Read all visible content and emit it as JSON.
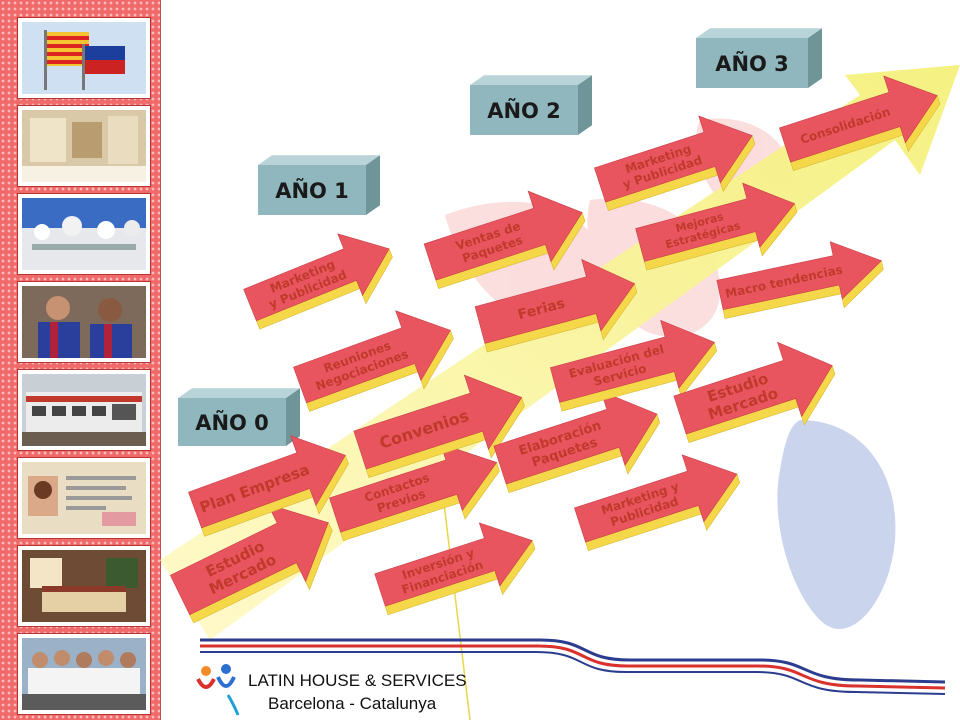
{
  "years": [
    {
      "id": "y0",
      "label": "AÑO 0"
    },
    {
      "id": "y1",
      "label": "AÑO 1"
    },
    {
      "id": "y2",
      "label": "AÑO 2"
    },
    {
      "id": "y3",
      "label": "AÑO 3"
    }
  ],
  "arrows": [
    {
      "id": "estudio-mercado-1",
      "lines": [
        "Estudio",
        "Mercado"
      ]
    },
    {
      "id": "plan-empresa",
      "lines": [
        "Plan Empresa"
      ]
    },
    {
      "id": "inversion",
      "lines": [
        "Inversión y",
        "Financiación"
      ]
    },
    {
      "id": "contactos",
      "lines": [
        "Contactos",
        "Previos"
      ]
    },
    {
      "id": "convenios",
      "lines": [
        "Convenios"
      ]
    },
    {
      "id": "reuniones",
      "lines": [
        "Reuniones",
        "Negociaciones"
      ]
    },
    {
      "id": "marketing-1",
      "lines": [
        "Marketing",
        "y Publicidad"
      ]
    },
    {
      "id": "marketing-publicidad",
      "lines": [
        "Marketing y",
        "Publicidad"
      ]
    },
    {
      "id": "elaboracion",
      "lines": [
        "Elaboración",
        "Paquetes"
      ]
    },
    {
      "id": "evaluacion",
      "lines": [
        "Evaluación del",
        "Servicio"
      ]
    },
    {
      "id": "ferias",
      "lines": [
        "Ferias"
      ]
    },
    {
      "id": "ventas",
      "lines": [
        "Ventas  de",
        "Paquetes"
      ]
    },
    {
      "id": "estudio-mercado-2",
      "lines": [
        "Estudio",
        "Mercado"
      ]
    },
    {
      "id": "macro",
      "lines": [
        "Macro  tendencias"
      ]
    },
    {
      "id": "mejoras",
      "lines": [
        "Mejoras",
        "Estratégicas"
      ]
    },
    {
      "id": "marketing-2",
      "lines": [
        "Marketing",
        "y Publicidad"
      ]
    },
    {
      "id": "consolidacion",
      "lines": [
        "Consolidación"
      ]
    }
  ],
  "footer": {
    "company": "LATIN HOUSE & SERVICES",
    "location": "Barcelona  -  Catalunya"
  },
  "colors": {
    "arrow_front": "#e8555f",
    "arrow_side": "#f5d84a",
    "year_front": "#8fb7bd",
    "year_top": "#b9d4d8",
    "year_side": "#6f9599",
    "sidebar": "#f06a6a",
    "stripe_red": "#d9322e",
    "stripe_blue": "#2c3d8f"
  },
  "sidebar_photos": [
    "flags",
    "gym",
    "gaudi-building",
    "football-players",
    "train",
    "id-card",
    "bedroom",
    "group-photo"
  ]
}
